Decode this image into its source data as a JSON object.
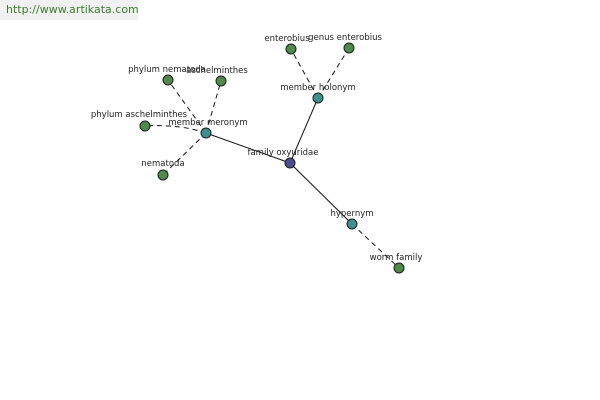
{
  "watermark": "http://www.artikata.com",
  "colors": {
    "center": "#4b4f8f",
    "relation": "#3f8f8f",
    "leaf": "#4f8a4a"
  },
  "graph": {
    "center": "family oxyuridae",
    "relations": {
      "member_meronym": "member meronym",
      "member_holonym": "member holonym",
      "hypernym": "hypernym"
    },
    "leaves": {
      "phylum_nematoda": "phylum nematoda",
      "aschelminthes": "aschelminthes",
      "phylum_aschelminthes": "phylum aschelminthes",
      "nematoda": "nematoda",
      "enterobius": "enterobius",
      "genus_enterobius": "genus enterobius",
      "worm_family": "worm family"
    }
  }
}
